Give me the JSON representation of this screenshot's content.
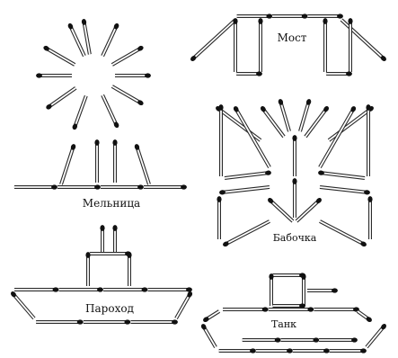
{
  "figures": [
    {
      "id": "mill",
      "label": "Мельница"
    },
    {
      "id": "bridge",
      "label": "Мост"
    },
    {
      "id": "butterfly",
      "label": "Бабочка"
    },
    {
      "id": "steamship",
      "label": "Пароход"
    },
    {
      "id": "tank",
      "label": "Танк"
    }
  ],
  "colors": {
    "background": "#ffffff",
    "match_stick": "#ffffff",
    "match_outline": "#2a2a2a",
    "match_head": "#111111"
  }
}
